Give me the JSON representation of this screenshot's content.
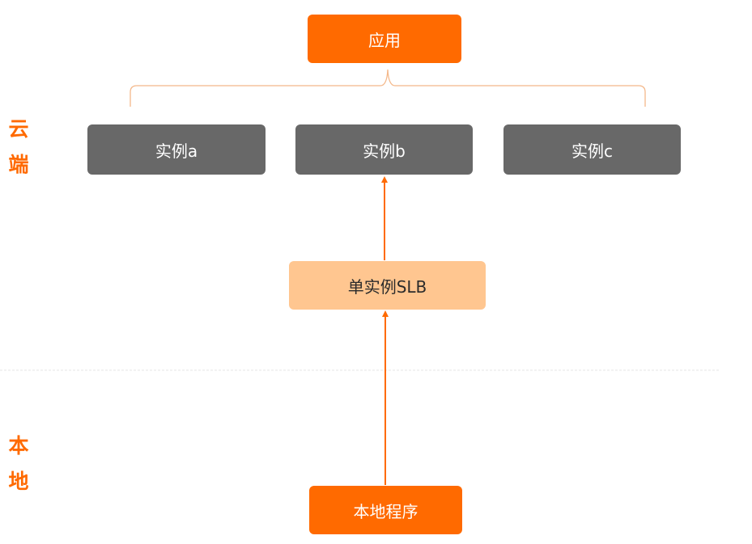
{
  "regions": {
    "cloud": [
      "云",
      "端"
    ],
    "local": [
      "本",
      "地"
    ]
  },
  "nodes": {
    "app": "应用",
    "instances": [
      "实例a",
      "实例b",
      "实例c"
    ],
    "slb": "单实例SLB",
    "local_program": "本地程序"
  },
  "colors": {
    "accent": "#ff6a00",
    "instance": "#686868",
    "slb": "#ffc690",
    "bracket": "#f4b88a",
    "divider": "#e6e6e6"
  }
}
